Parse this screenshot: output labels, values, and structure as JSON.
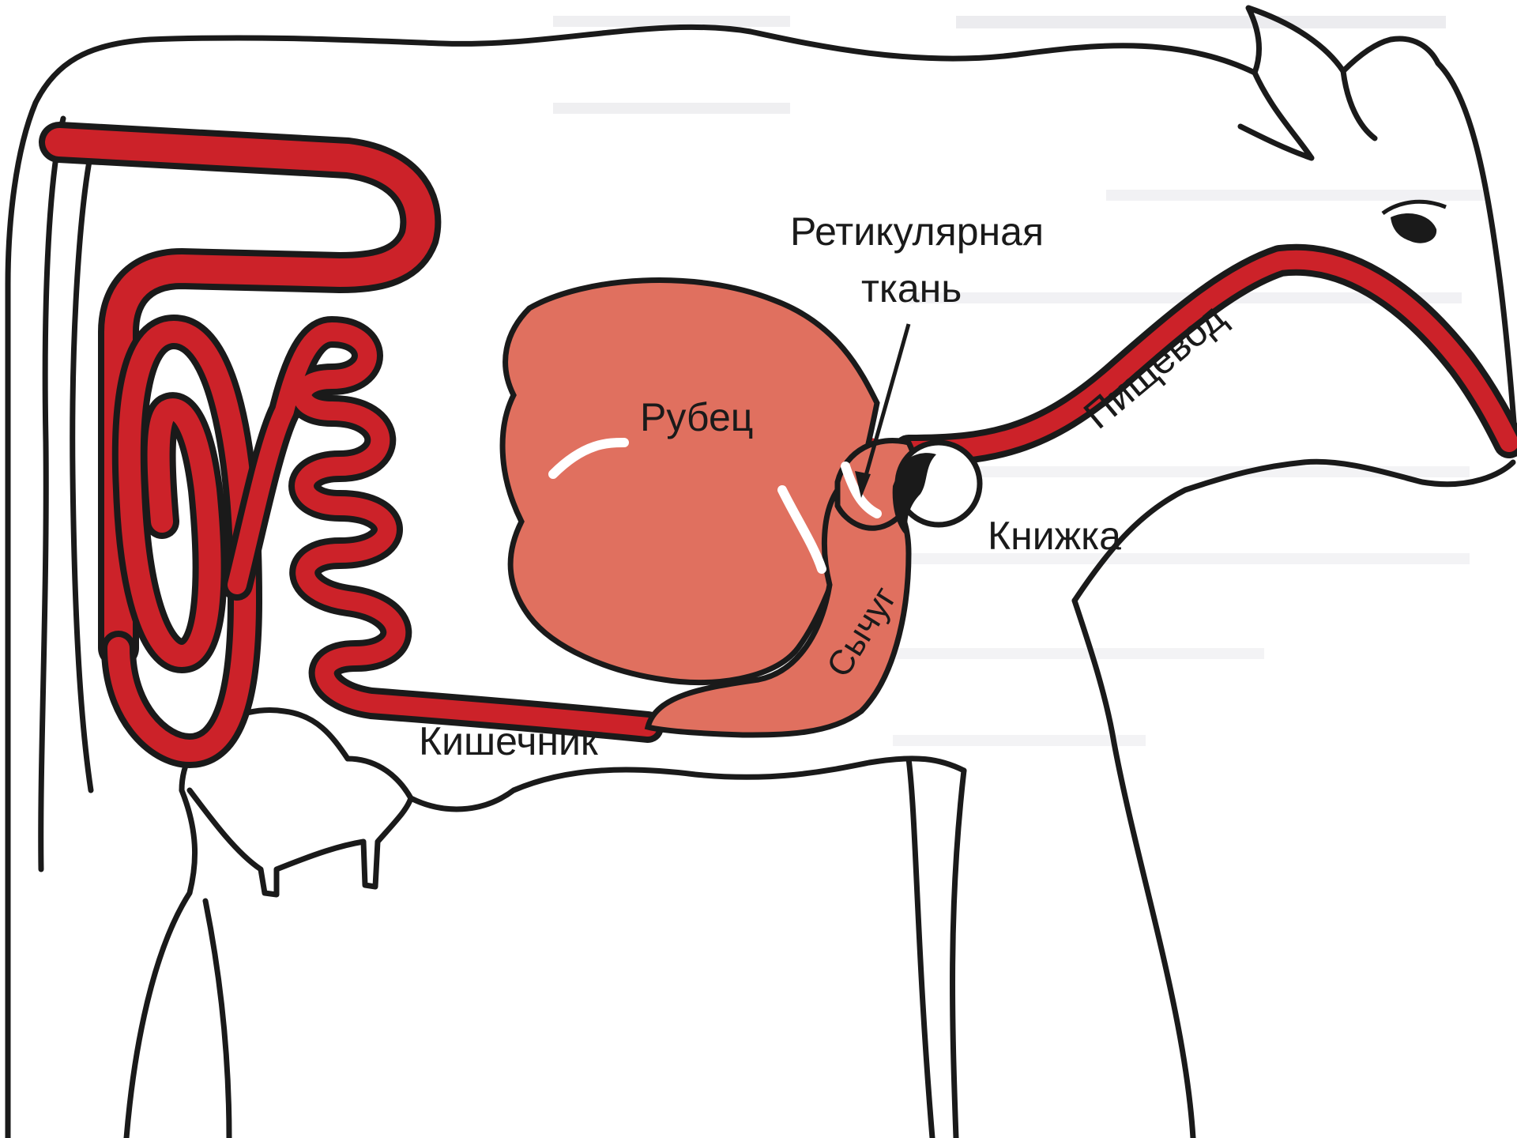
{
  "diagram": {
    "labels": {
      "reticulum_line1": "Ретикулярная",
      "reticulum_line2": "ткань",
      "rumen": "Рубец",
      "omasum": "Книжка",
      "abomasum": "Сычуг",
      "esophagus": "Пищевод",
      "intestine": "Кишечник"
    }
  },
  "colors": {
    "outline": "#1a1a1a",
    "intestine_red": "#cc2229",
    "stomach_pink": "#e0705f",
    "background": "#ffffff"
  }
}
